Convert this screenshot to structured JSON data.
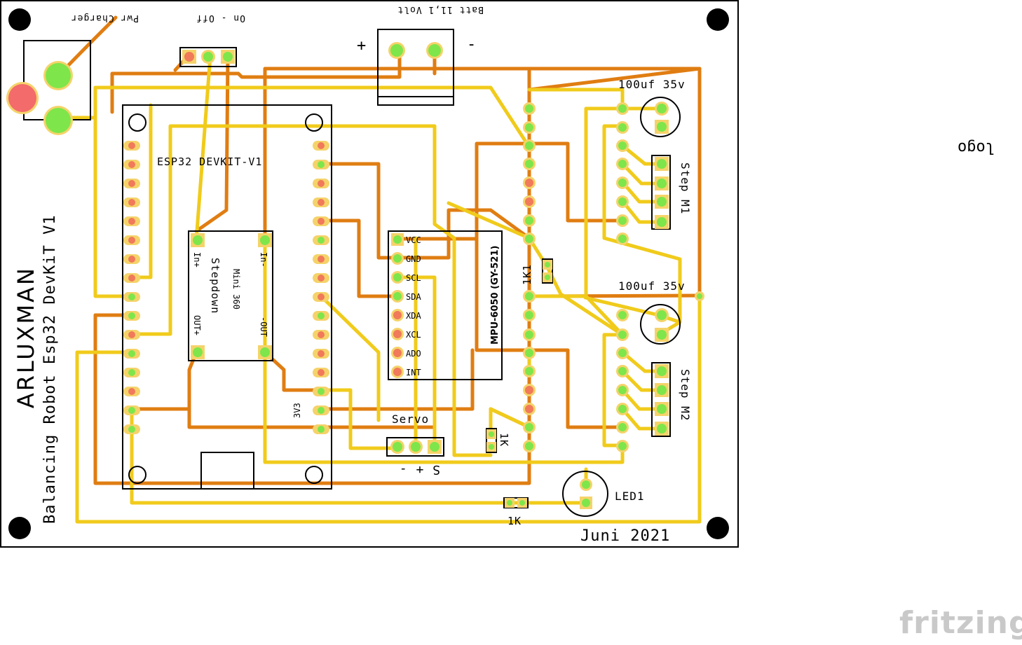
{
  "board": {
    "title": "ARLUXMAN",
    "subtitle": "Balancing Robot Esp32 DevKiT V1",
    "date": "Juni 2021",
    "logo_text": "logo",
    "fritzing_brand": "fritzing"
  },
  "power": {
    "charger_label": "Pwr Charger",
    "switch_label": "On - Off",
    "battery_label": "Batt 11,1 Volt",
    "battery_plus": "+",
    "battery_minus": "-"
  },
  "esp32": {
    "label": "ESP32 DEVKIT-V1",
    "pin_3v3": "3V3"
  },
  "stepdown": {
    "name": "Stepdown",
    "model": "Mini 360",
    "in_plus": "In+",
    "in_minus": "In-",
    "out_plus": "OUT+",
    "out_minus": "-OUT"
  },
  "mpu": {
    "label": "MPU-6050 (GY-521)",
    "pins": [
      "VCC",
      "GND",
      "SCL",
      "SDA",
      "XDA",
      "XCL",
      "ADO",
      "INT"
    ]
  },
  "capacitors": {
    "c1_label": "100uf 35v",
    "c2_label": "100uf 35v"
  },
  "steppers": {
    "m1_label": "Step M1",
    "m2_label": "Step M2"
  },
  "resistors": {
    "r_1k1": "1K1",
    "r_1k_a": "1K",
    "r_1k_b": "1K"
  },
  "servo": {
    "label": "Servo",
    "pins_label": "S + -"
  },
  "led": {
    "label": "LED1"
  },
  "colors": {
    "top_trace": "#f0cb1b",
    "bottom_trace": "#e07d12",
    "pad_green": "#7ee64a",
    "pad_red": "#f07a5a",
    "pad_ring": "#f5d36a"
  }
}
